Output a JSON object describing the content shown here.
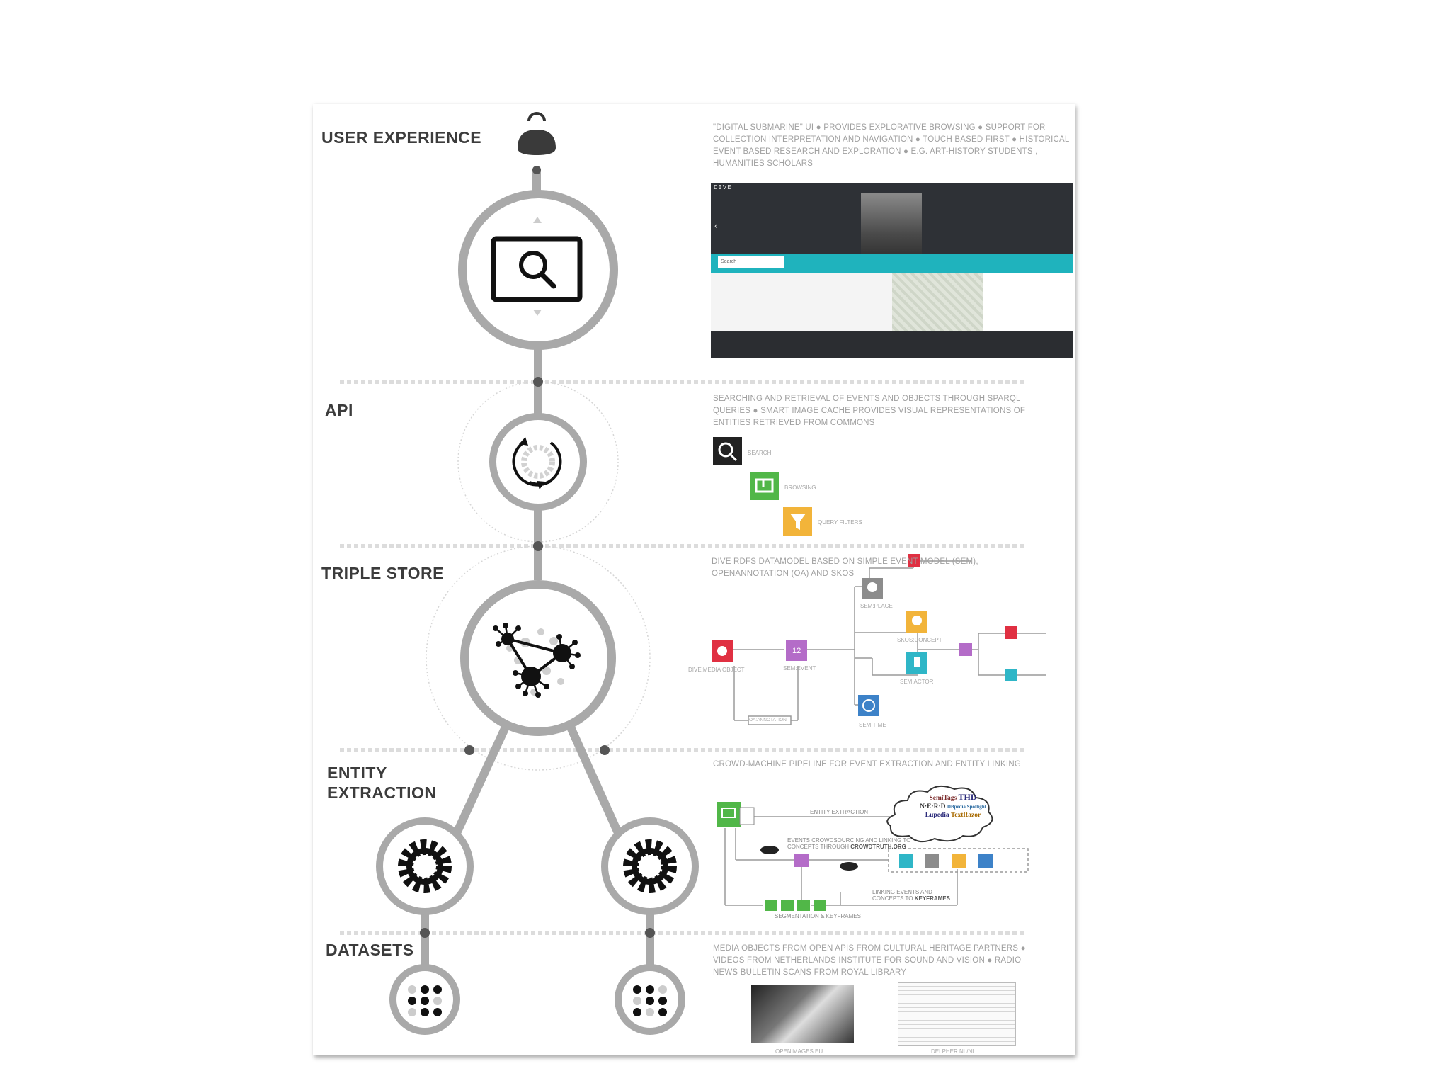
{
  "layers": {
    "user_experience": "USER EXPERIENCE",
    "api": "API",
    "triple_store": "TRIPLE STORE",
    "entity_extraction_line1": "ENTITY",
    "entity_extraction_line2": "EXTRACTION",
    "datasets": "DATASETS"
  },
  "descriptions": {
    "user_experience": "\"DIGITAL SUBMARINE\" UI ● PROVIDES EXPLORATIVE BROWSING ● SUPPORT FOR COLLECTION INTERPRETATION AND NAVIGATION ● TOUCH BASED FIRST ● HISTORICAL EVENT BASED RESEARCH AND EXPLORATION ● E.G. ART-HISTORY STUDENTS , HUMANITIES SCHOLARS",
    "api": "SEARCHING AND RETRIEVAL OF EVENTS AND OBJECTS THROUGH SPARQL QUERIES ● SMART IMAGE CACHE PROVIDES VISUAL REPRESENTATIONS OF ENTITIES RETRIEVED FROM COMMONS",
    "triple_store": "DIVE RDFS DATAMODEL BASED ON SIMPLE EVENT MODEL (SEM), OPENANNOTATION (OA) AND SKOS",
    "entity_extraction": "CROWD-MACHINE PIPELINE FOR EVENT EXTRACTION AND ENTITY LINKING",
    "datasets": "MEDIA OBJECTS FROM OPEN APIS FROM CULTURAL HERITAGE PARTNERS ● VIDEOS FROM NETHERLANDS INSTITUTE FOR SOUND AND VISION ● RADIO NEWS BULLETIN SCANS FROM ROYAL LIBRARY"
  },
  "screenshot": {
    "brand": "DIVE",
    "search_placeholder": "Search"
  },
  "api_items": {
    "search": "SEARCH",
    "browsing": "BROWSING",
    "query_filters": "QUERY FILTERS"
  },
  "datamodel": {
    "media_object": "DIVE:MEDIA OBJECT",
    "sem_event": "SEM:EVENT",
    "sem_place": "SEM:PLACE",
    "skos_concept": "SKOS:CONCEPT",
    "sem_actor": "SEM:ACTOR",
    "sem_time": "SEM:TIME",
    "annotation": "OA:ANNOTATION",
    "event_day": "12"
  },
  "pipeline": {
    "entity_extraction": "ENTITY EXTRACTION",
    "crowdsourcing_line1": "EVENTS CROWDSOURCING AND LINKING TO",
    "crowdsourcing_line2_pre": "CONCEPTS THROUGH",
    "crowdsourcing_line2_bold": "CROWDTRUTH.ORG",
    "linking_line1": "LINKING EVENTS AND",
    "linking_line2_pre": "CONCEPTS TO",
    "linking_line2_bold": "KEYFRAMES",
    "segmentation": "SEGMENTATION & KEYFRAMES",
    "tools": [
      "SemiTags",
      "THD",
      "N·E·R·D",
      "Lupedia",
      "TextRazor",
      "DBpedia Spotlight"
    ]
  },
  "dataset_sources": {
    "openimages": "OPENIMAGES.EU",
    "delpher": "DELPHER.NL/NL"
  },
  "colors": {
    "grey": "#a9a9a9",
    "black": "#111111",
    "red": "#e03042",
    "purple": "#b46cc8",
    "yellow": "#f2b43a",
    "teal": "#2fb6c7",
    "blue": "#3d82c8",
    "green": "#51b748",
    "box_grey": "#8c8c8c"
  }
}
